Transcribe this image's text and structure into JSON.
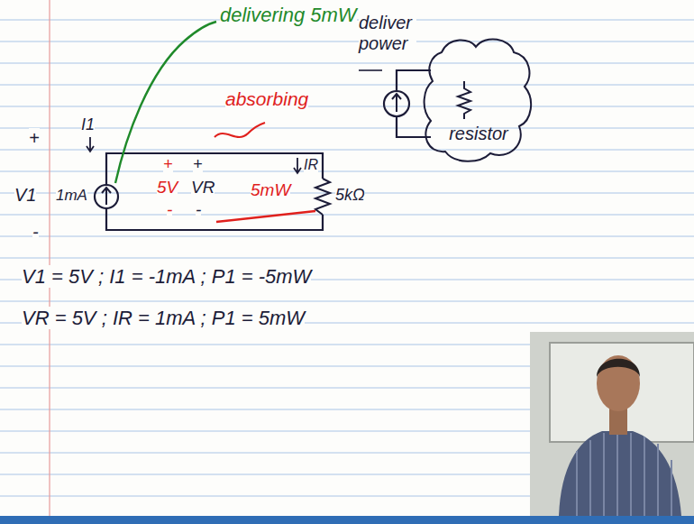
{
  "diagram": {
    "nodes": [
      {
        "text": [
          "resistor"
        ]
      }
    ],
    "labels": [
      "delivering 5mW",
      "deliver power",
      "I1",
      "+",
      "V1",
      "1mA",
      "+",
      "5V",
      "-",
      "+",
      "VR",
      "-",
      "IR",
      "5kΩ",
      "-",
      "absorbing",
      "5mW",
      "V1 = 5V ; I1 = -1mA ; P1 = -5mW",
      "VR = 5V ; IR = 1mA ; P1 = 5mW"
    ]
  }
}
